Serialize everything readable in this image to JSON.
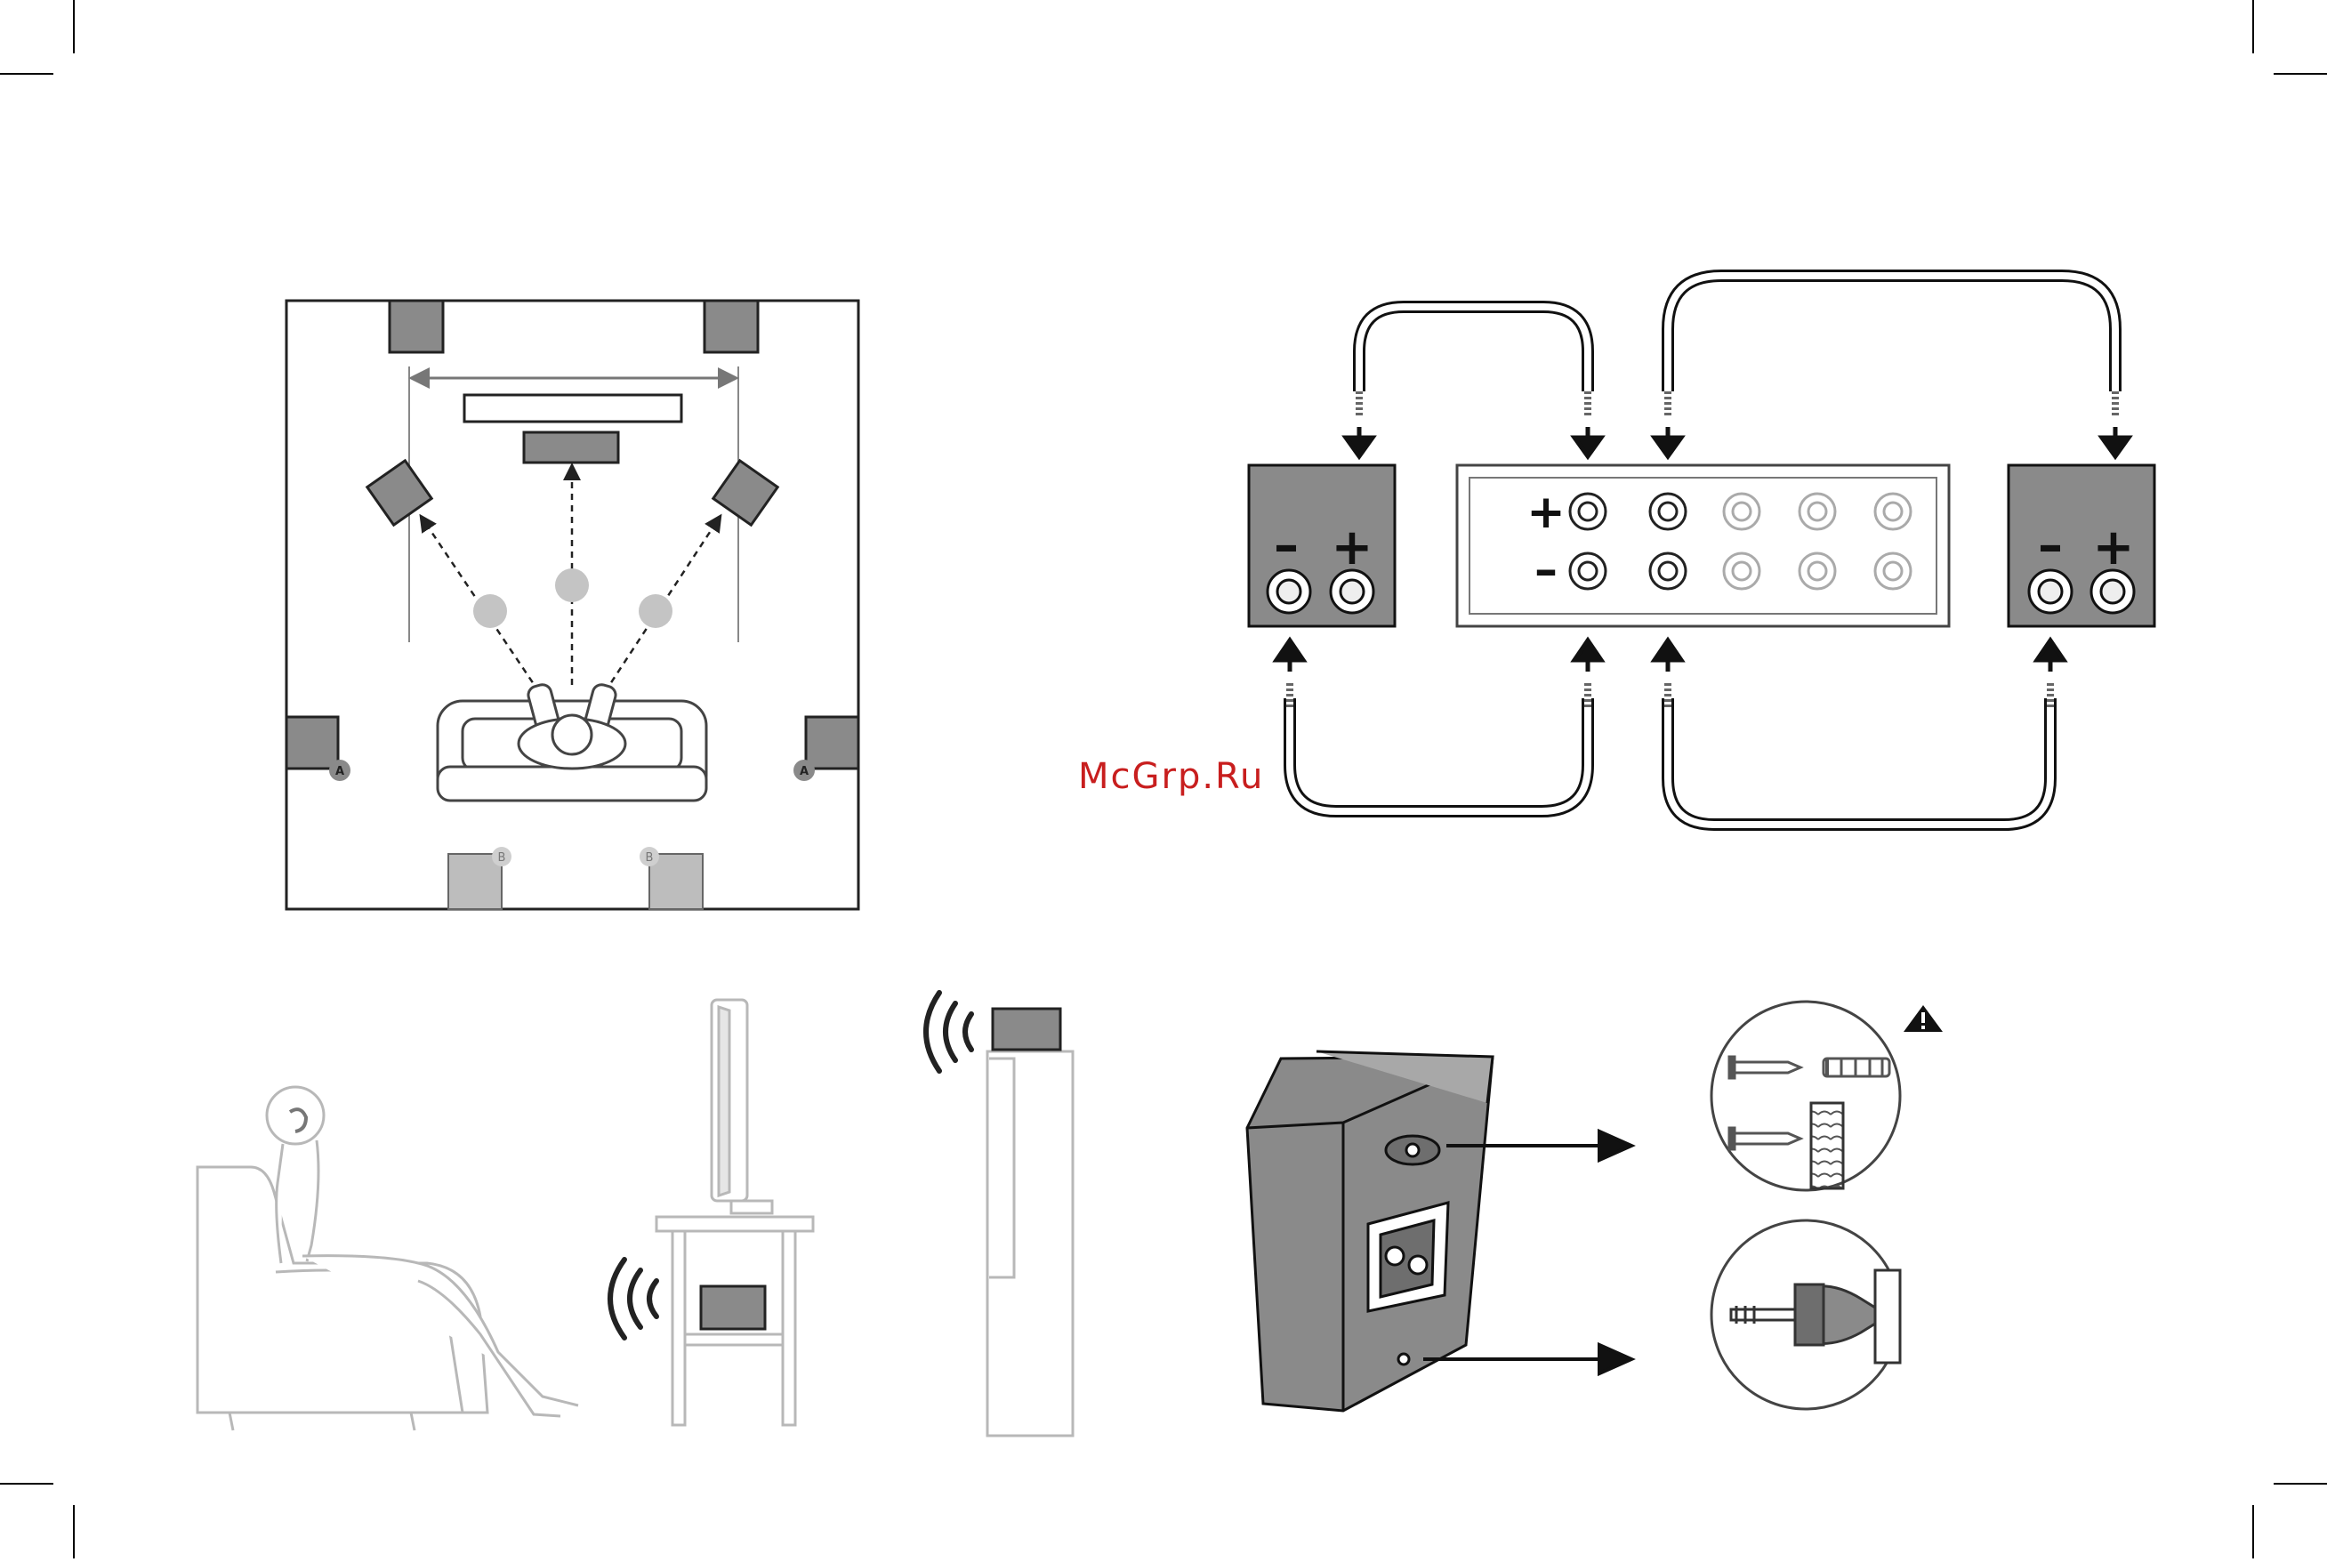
{
  "watermark": "McGrp.Ru",
  "labels": {
    "surround_marker": "A",
    "rear_marker": "B",
    "minus": "–",
    "plus": "+"
  },
  "colors": {
    "speaker_fill": "#8a8a8a",
    "rear_fill": "#bdbdbd",
    "listener_dot": "#c4c4c4",
    "furniture_line": "#b8b8b8",
    "watermark": "#c81e1e"
  },
  "icons": {
    "warning": "warning-triangle-icon",
    "sound": "sound-wave-icon"
  }
}
